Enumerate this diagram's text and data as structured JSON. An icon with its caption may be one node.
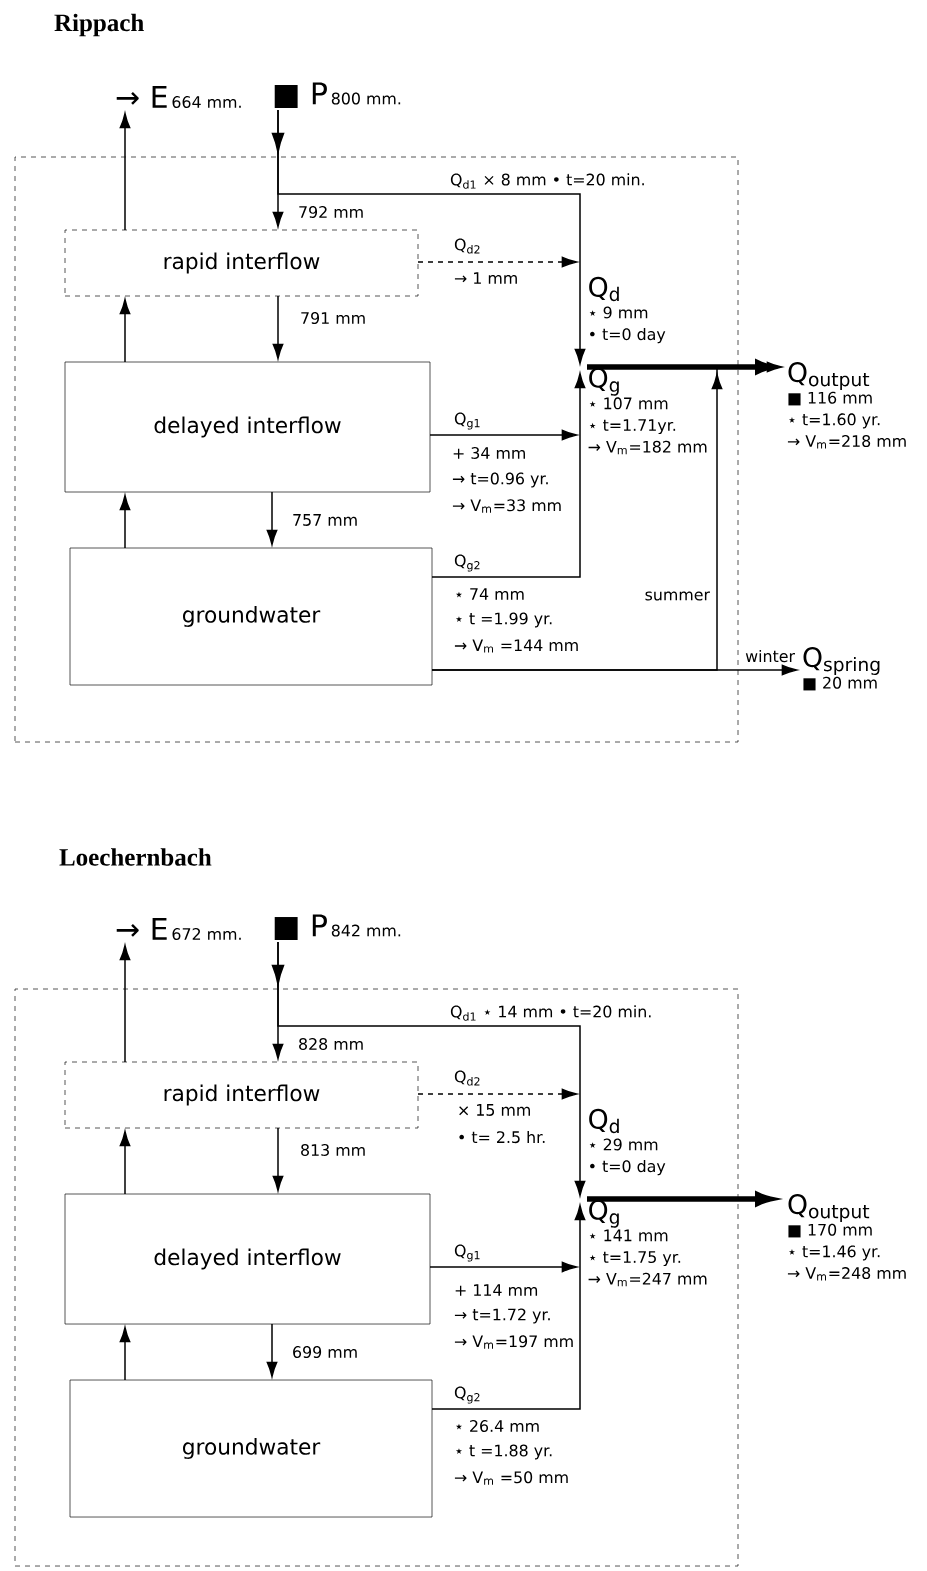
{
  "diagram": {
    "nodes": [
      {
        "text": [],
        "shape": "box"
      },
      {
        "text": [
          "→ E",
          "664 mm."
        ]
      },
      {
        "text": [
          "■ P",
          "800 mm."
        ]
      },
      {
        "text": [
          "rapid interflow"
        ],
        "in": 0
      },
      {
        "text": [
          "delayed interflow"
        ],
        "in": 0
      },
      {
        "text": [
          "groundwater"
        ],
        "in": 0
      },
      {
        "text": [
          "Q$_{d}$",
          "⋆ 9 mm",
          "• t=0 day"
        ],
        "in": 0
      },
      {
        "text": [
          "Q$_{g}$",
          "⋆ 107 mm",
          "⋆ t=1.71yr.",
          "→ V$_{m}$=182 mm"
        ],
        "in": 0
      },
      {
        "text": [
          "Q$_{output}$",
          "■ 116 mm",
          "⋆ t=1.60 yr.",
          "→ V$_{m}$=218 mm"
        ]
      },
      {
        "text": [
          "Q$_{spring}$",
          "■ 20 mm"
        ]
      },
      {
        "text": [],
        "shape": "box"
      },
      {
        "text": [
          "→ E",
          "672 mm."
        ]
      },
      {
        "text": [
          "■ P",
          "842 mm."
        ]
      },
      {
        "text": [
          "rapid interflow"
        ],
        "in": 10
      },
      {
        "text": [
          "delayed interflow"
        ],
        "in": 10
      },
      {
        "text": [
          "groundwater"
        ],
        "in": 10
      },
      {
        "text": [
          "Q$_{d}$",
          "⋆ 29 mm",
          "• t=0 day"
        ],
        "in": 10
      },
      {
        "text": [
          "Q$_{g}$",
          "⋆ 141 mm",
          "⋆ t=1.75 yr.",
          "→ V$_{m}$=247 mm"
        ],
        "in": 10
      },
      {
        "text": [
          "Q$_{output}$",
          "■ 170 mm",
          "⋆ t=1.46 yr.",
          "→ V$_{m}$=248 mm"
        ]
      }
    ],
    "edges": [
      {
        "from": 2,
        "to": 3,
        "arrow": "to",
        "label": "792 mm"
      },
      {
        "from": 2,
        "to": 6,
        "arrow": "to",
        "label": "Q$_{d1}$ × 8 mm • t=20 min."
      },
      {
        "from": 3,
        "to": 6,
        "arrow": "to",
        "label": "Q$_{d2}$",
        "style": "dashed"
      },
      {
        "from": 3,
        "to": 4,
        "arrow": "to",
        "label": "791 mm"
      },
      {
        "from": 4,
        "to": 3,
        "arrow": "to"
      },
      {
        "from": 3,
        "to": 1,
        "arrow": "to"
      },
      {
        "from": 4,
        "to": 5,
        "arrow": "to",
        "label": "757 mm"
      },
      {
        "from": 5,
        "to": 4,
        "arrow": "to"
      },
      {
        "from": 4,
        "to": 7,
        "arrow": "to",
        "label": "Q$_{g1}$"
      },
      {
        "from": 5,
        "to": 7,
        "arrow": "to",
        "label": "Q$_{g2}$"
      },
      {
        "from": 6,
        "to": 8,
        "arrow": "to",
        "style": "thick"
      },
      {
        "from": 7,
        "to": 8,
        "arrow": "to",
        "style": "thick"
      },
      {
        "from": 5,
        "to": 9,
        "arrow": "to",
        "label": "winter"
      },
      {
        "from": 5,
        "to": 8,
        "arrow": "to",
        "label": "summer"
      },
      {
        "from": 12,
        "to": 13,
        "arrow": "to",
        "label": "828 mm"
      },
      {
        "from": 12,
        "to": 16,
        "arrow": "to",
        "label": "Q$_{d1}$ ⋆ 14 mm • t=20 min."
      },
      {
        "from": 13,
        "to": 16,
        "arrow": "to",
        "label": "Q$_{d2}$",
        "style": "dashed"
      },
      {
        "from": 13,
        "to": 14,
        "arrow": "to",
        "label": "813 mm"
      },
      {
        "from": 14,
        "to": 13,
        "arrow": "to"
      },
      {
        "from": 13,
        "to": 11,
        "arrow": "to"
      },
      {
        "from": 14,
        "to": 15,
        "arrow": "to",
        "label": "699 mm"
      },
      {
        "from": 15,
        "to": 14,
        "arrow": "to"
      },
      {
        "from": 14,
        "to": 17,
        "arrow": "to",
        "label": "Q$_{g1}$"
      },
      {
        "from": 15,
        "to": 17,
        "arrow": "to",
        "label": "Q$_{g2}$"
      },
      {
        "from": 16,
        "to": 18,
        "arrow": "to",
        "style": "thick"
      },
      {
        "from": 17,
        "to": 18,
        "arrow": "to",
        "style": "thick"
      }
    ],
    "labels": [
      "Rippach",
      "→ 1 mm",
      "+ 34 mm",
      "→ t=0.96 yr.",
      "→ V$_{m}$=33 mm",
      "⋆ 74 mm",
      "⋆ t =1.99 yr.",
      "→ V$_{m}$ =144 mm",
      "Loechernbach",
      "× 15 mm",
      "• t= 2.5 hr.",
      "+ 114 mm",
      "→ t=1.72 yr.",
      "→ V$_{m}$=197 mm",
      "⋆ 26.4 mm",
      "⋆ t =1.88 yr.",
      "→ V$_{m}$ =50 mm"
    ]
  }
}
